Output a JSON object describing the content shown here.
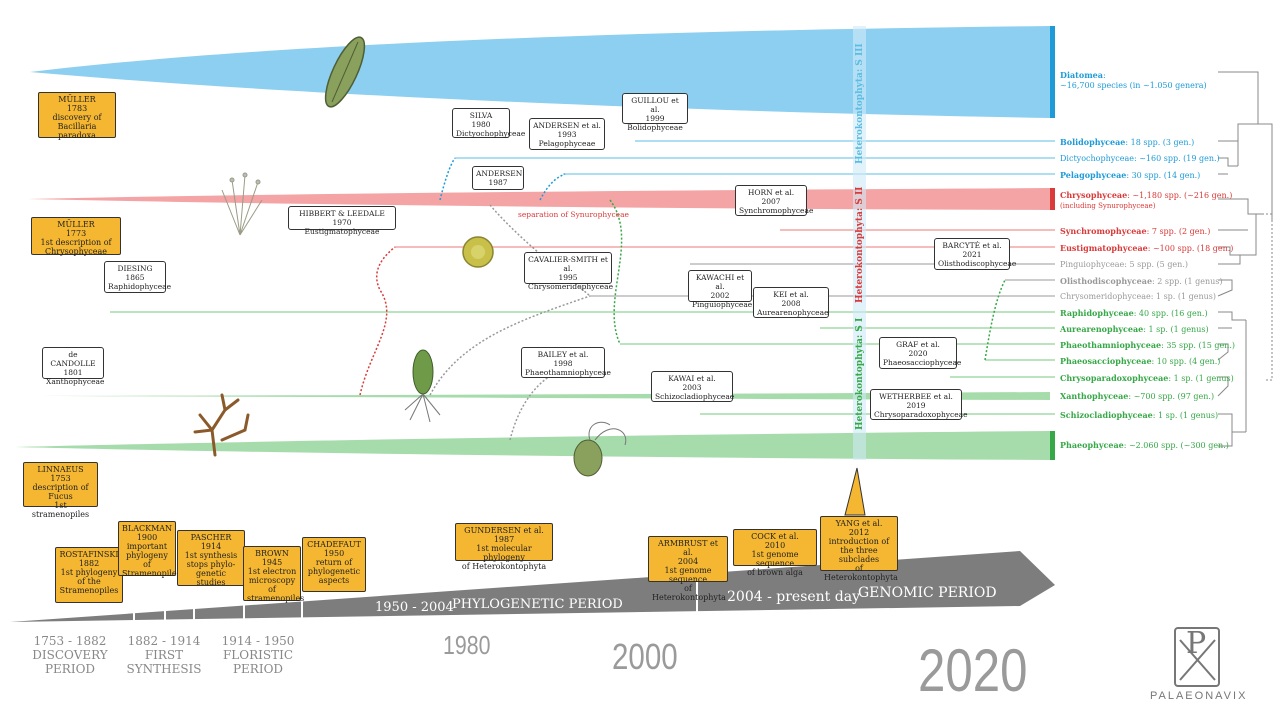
{
  "colors": {
    "blue": "#5bbde3",
    "red": "#ee7a7a",
    "green": "#73c97d",
    "orange": "#f5b731",
    "grey": "#999999",
    "darkblue": "#1e9bd7",
    "darkred": "#d93a3a",
    "darkgreen": "#36a847"
  },
  "subclass_labels": {
    "s3": "Heterokontophyta: S III",
    "s2": "Heterokontophyta: S II",
    "s1": "Heterokontophyta: S I"
  },
  "historic_callouts": [
    {
      "id": "muller1783",
      "text": "MÜLLER\n1783\ndiscovery of\nBacillaria paradoxa"
    },
    {
      "id": "muller1773",
      "text": "MÜLLER\n1773\n1st description of Chrysophyceae"
    },
    {
      "id": "linnaeus",
      "text": "LINNAEUS\n1753\ndescription of Fucus\n1st stramenopiles"
    }
  ],
  "white_boxes": [
    {
      "id": "silva",
      "text": "SILVA\n1980\nDictyochophyceae"
    },
    {
      "id": "andersen1993",
      "text": "ANDERSEN et al.\n1993\nPelagophyceae"
    },
    {
      "id": "guillou",
      "text": "GUILLOU et al.\n1999\nBolidophyceae"
    },
    {
      "id": "andersen1987",
      "text": "ANDERSEN\n1987"
    },
    {
      "id": "horn",
      "text": "HORN et al.\n2007\nSynchromophyceae"
    },
    {
      "id": "hibbert",
      "text": "HIBBERT & LEEDALE 1970\nEustigmatophyceae"
    },
    {
      "id": "cavalier",
      "text": "CAVALIER-SMITH et al.\n1995\nChrysomeridophyceae"
    },
    {
      "id": "diesing",
      "text": "DIESING\n1865\nRaphidophyceae"
    },
    {
      "id": "kawachi",
      "text": "KAWACHI et al.\n2002\nPinguiophyceae"
    },
    {
      "id": "kei",
      "text": "KEI et al.\n2008\nAurearenophyceae"
    },
    {
      "id": "barcyte",
      "text": "BARCYTĖ et al.\n2021\nOlisthodiscophyceae"
    },
    {
      "id": "decandolle",
      "text": "de CANDOLLE\n1801\nXanthophyceae"
    },
    {
      "id": "bailey",
      "text": "BAILEY et al.\n1998\nPhaeothamniophyceae"
    },
    {
      "id": "graf",
      "text": "GRAF et al.\n2020\nPhaeosacciophyceae"
    },
    {
      "id": "kawai",
      "text": "KAWAI et al.\n2003\nSchizocladiophyceae"
    },
    {
      "id": "wetherbee",
      "text": "WETHERBEE et al.\n2019\nChrysoparadoxophyceae"
    }
  ],
  "notes": {
    "synurophyceae": "separation of Synurophyceae"
  },
  "taxa": [
    {
      "bold": "Diatomea",
      "rest": ":",
      "line2": "~16,700 species (in ~1.050 genera)",
      "color": "blue"
    },
    {
      "bold": "Bolidophyceae",
      "rest": ": 18 spp. (3 gen.)",
      "color": "blue"
    },
    {
      "bold": "",
      "rest": "Dictyochophyceae: ~160 spp. (19 gen.)",
      "color": "blue"
    },
    {
      "bold": "Pelagophyceae",
      "rest": ": 30 spp. (14 gen.)",
      "color": "blue"
    },
    {
      "bold": "Chrysophyceae",
      "rest": ": ~1,180 spp. (~216 gen.)",
      "line2": "(including Synurophyceae)",
      "color": "red"
    },
    {
      "bold": "Synchromophyceae",
      "rest": ": 7 spp. (2 gen.)",
      "color": "red"
    },
    {
      "bold": "Eustigmatophyceae",
      "rest": ": ~100 spp. (18 gen.)",
      "color": "red"
    },
    {
      "bold": "",
      "rest": "Pinguiophyceae: 5 spp. (5 gen.)",
      "color": "grey"
    },
    {
      "bold": "Olisthodiscophyceae",
      "rest": ": 2 spp. (1 genus)",
      "color": "grey"
    },
    {
      "bold": "",
      "rest": "Chrysomeridophyceae: 1 sp. (1 genus)",
      "color": "grey"
    },
    {
      "bold": "Raphidophyceae",
      "rest": ": 40 spp. (16 gen.)",
      "color": "green"
    },
    {
      "bold": "Aurearenophyceae",
      "rest": ": 1 sp. (1 genus)",
      "color": "green"
    },
    {
      "bold": "Phaeothamniophyceae",
      "rest": ": 35 spp. (15 gen.)",
      "color": "green"
    },
    {
      "bold": "Phaeosacciophyceae",
      "rest": ": 10 spp. (4 gen.)",
      "color": "green"
    },
    {
      "bold": "Chrysoparadoxophyceae",
      "rest": ": 1 sp. (1 genus)",
      "color": "green"
    },
    {
      "bold": "Xanthophyceae",
      "rest": ": ~700 spp. (97 gen.)",
      "color": "green"
    },
    {
      "bold": "Schizocladiophyceae",
      "rest": ": 1 sp. (1 genus)",
      "color": "green"
    },
    {
      "bold": "Phaeophyceae",
      "rest": ": ~2.060 spp. (~300 gen.)",
      "color": "green"
    }
  ],
  "timeline_callouts": [
    {
      "id": "rostafinski",
      "text": "ROSTAFINSKI\n1882\n1st phylogeny\nof the\nStramenopiles"
    },
    {
      "id": "blackman",
      "text": "BLACKMAN\n1900\nimportant\nphylogeny of\nStramenopiles"
    },
    {
      "id": "pascher",
      "text": "PASCHER\n1914\n1st synthesis\nstops phylo-\ngenetic studies"
    },
    {
      "id": "brown",
      "text": "BROWN\n1945\n1st electron\nmicroscopy of\nstramenopiles"
    },
    {
      "id": "chadefaut",
      "text": "CHADEFAUT\n1950\nreturn of\nphylogenetic\naspects"
    },
    {
      "id": "gundersen",
      "text": "GUNDERSEN et al.\n1987\n1st molecular phylogeny\nof Heterokontophyta"
    },
    {
      "id": "armbrust",
      "text": "ARMBRUST et al.\n2004\n1st genome sequence\nof Heterokontophyta"
    },
    {
      "id": "cock",
      "text": "COCK et al.\n2010\n1st genome sequence\nof brown alga"
    },
    {
      "id": "yang",
      "text": "YANG et al.\n2012\nintroduction of\nthe three subclades\nof Heterokontophyta"
    }
  ],
  "timeline": {
    "phylo_years": "1950 - 2004",
    "phylo_name": "PHYLOGENETIC PERIOD",
    "genomic_years": "2004 - present day",
    "genomic_name": "GENOMIC PERIOD"
  },
  "periods": [
    {
      "id": "discovery",
      "text": "1753 - 1882\nDISCOVERY\nPERIOD"
    },
    {
      "id": "first",
      "text": "1882 - 1914\nFIRST\nSYNTHESIS"
    },
    {
      "id": "floristic",
      "text": "1914 - 1950\nFLORISTIC\nPERIOD"
    }
  ],
  "years": {
    "y1980": "1980",
    "y2000": "2000",
    "y2020": "2020"
  },
  "logo": {
    "letter": "P",
    "name": "PALAEONAVIX"
  }
}
